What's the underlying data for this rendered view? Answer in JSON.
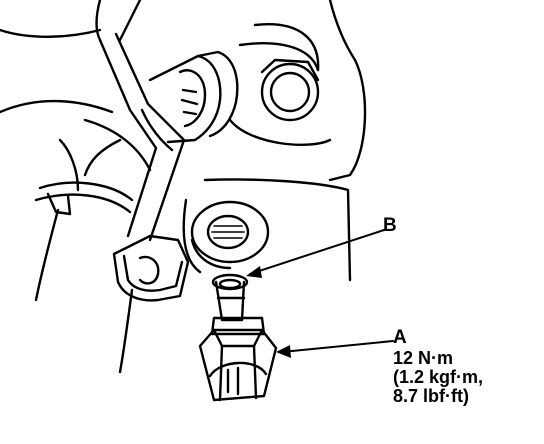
{
  "figure": {
    "callouts": {
      "b": {
        "letter": "B",
        "target": "sealing-washer"
      },
      "a": {
        "letter": "A",
        "target": "sensor",
        "torque_nm": "12 N·m",
        "torque_kgf": "(1.2 kgf·m,",
        "torque_lbf": "8.7 lbf·ft)"
      }
    },
    "colors": {
      "ink": "#000000",
      "paper": "#ffffff"
    }
  }
}
